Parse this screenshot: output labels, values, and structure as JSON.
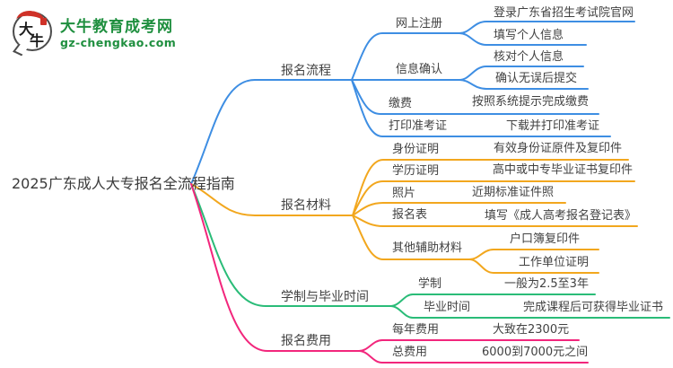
{
  "logo": {
    "icon_char_1": "大",
    "icon_char_2": "牛",
    "name": "大牛教育成考网",
    "url": "gz-chengkao.com",
    "green": "#1F8F3F",
    "red": "#CF3128"
  },
  "mindmap": {
    "root": "2025广东成人大专报名全流程指南",
    "text_color": "#424242",
    "branches": [
      {
        "label": "报名流程",
        "color": "#3E8EE3",
        "children": [
          {
            "label": "网上注册",
            "children": [
              "登录广东省招生考试院官网",
              "填写个人信息"
            ]
          },
          {
            "label": "信息确认",
            "children": [
              "核对个人信息",
              "确认无误后提交"
            ]
          },
          {
            "label": "缴费",
            "children": [
              "按照系统提示完成缴费"
            ]
          },
          {
            "label": "打印准考证",
            "children": [
              "下载并打印准考证"
            ]
          }
        ]
      },
      {
        "label": "报名材料",
        "color": "#F2A71E",
        "children": [
          {
            "label": "身份证明",
            "children": [
              "有效身份证原件及复印件"
            ]
          },
          {
            "label": "学历证明",
            "children": [
              "高中或中专毕业证书复印件"
            ]
          },
          {
            "label": "照片",
            "children": [
              "近期标准证件照"
            ]
          },
          {
            "label": "报名表",
            "children": [
              "填写《成人高考报名登记表》"
            ]
          },
          {
            "label": "其他辅助材料",
            "children": [
              "户口簿复印件",
              "工作单位证明"
            ]
          }
        ]
      },
      {
        "label": "学制与毕业时间",
        "color": "#2ABC78",
        "children": [
          {
            "label": "学制",
            "children": [
              "一般为2.5至3年"
            ]
          },
          {
            "label": "毕业时间",
            "children": [
              "完成课程后可获得毕业证书"
            ]
          }
        ]
      },
      {
        "label": "报名费用",
        "color": "#F2267C",
        "children": [
          {
            "label": "每年费用",
            "children": [
              "大致在2300元"
            ]
          },
          {
            "label": "总费用",
            "children": [
              "6000到7000元之间"
            ]
          }
        ]
      }
    ]
  }
}
